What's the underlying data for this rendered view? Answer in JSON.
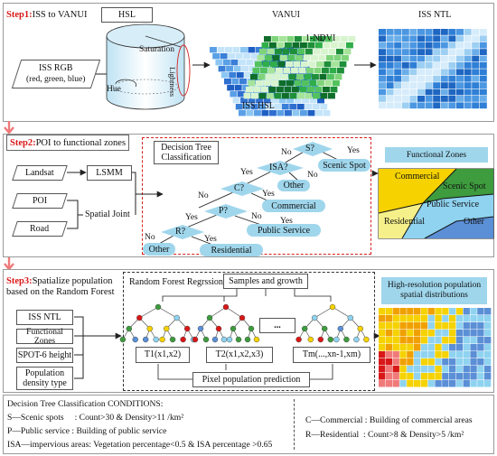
{
  "step1": {
    "step_label": "Step1:",
    "step_text": "ISS to VANUI",
    "hsl_label": "HSL",
    "vanui_label": "VANUI",
    "iss_ntl_label": "ISS NTL",
    "iss_rgb_label": "ISS RGB",
    "iss_rgb_sub": "(red, green, blue)",
    "saturation_label": "Saturation",
    "lightness_label": "Lightness",
    "hue_label": "Hue",
    "ndvi_label": "1-NDVI",
    "iss_hsl_label": "ISS HSL"
  },
  "step2": {
    "step_label": "Step2:",
    "step_text": "POI to functional zones",
    "landsat_label": "Landsat",
    "lsmm_label": "LSMM",
    "poi_label": "POI",
    "road_label": "Road",
    "spatial_joint_label": "Spatial Joint",
    "dt_title": "Decision Tree\nClassification",
    "nodes": {
      "s": "S?",
      "isa": "ISA?",
      "c": "C?",
      "p": "P?",
      "r": "R?"
    },
    "leaves": {
      "scenic": "Scenic Spot",
      "other1": "Other",
      "commercial": "Commercial",
      "public": "Public Service",
      "residential": "Residential",
      "other2": "Other"
    },
    "branch": {
      "yes": "Yes",
      "no": "No"
    },
    "fz_title": "Functional Zones",
    "fz_commercial": "Commercial",
    "fz_scenic": "Scenic Spot",
    "fz_public": "Public Service",
    "fz_residential": "Residential",
    "fz_other": "Other",
    "zone_colors": {
      "commercial": "#f5d200",
      "scenic": "#3e9b3e",
      "public": "#8fd3f0",
      "residential": "#f6f08a",
      "other": "#5b8fd6"
    }
  },
  "step3": {
    "step_label": "Step3:",
    "step_text_line1": "Spatialize population",
    "step_text_line2": "based on the Random Forest",
    "rf_title": "Random Forest Regrssion",
    "samples_label": "Samples and growth",
    "inputs": [
      "ISS NTL",
      "Functional Zones",
      "SPOT-6 height",
      "Population density type"
    ],
    "trees": [
      "T1(x1,x2)",
      "T2(x1,x2,x3)",
      "...",
      "Tm(...,xn-1,xm)"
    ],
    "pixel_label": "Pixel population prediction",
    "hr_title_line1": "High-resolution population",
    "hr_title_line2": "spatial distributions"
  },
  "conditions": {
    "title": "Decision Tree Classification CONDITIONS:",
    "lines": [
      "S—Scenic spots     : Count>30 & Density>11 /km²",
      "P—Public service : Building of public service",
      "ISA—impervious areas: Vegetation percentage<0.5 & ISA percentage >0.65"
    ],
    "right_lines": [
      "C—Commercial : Building of commercial areas",
      "R—Residential  : Count>8 & Density>5 /km²"
    ]
  },
  "colors": {
    "accent_red": "#d81818",
    "pill": "#9fd6ec",
    "arrow_pink": "#f07a7a"
  }
}
